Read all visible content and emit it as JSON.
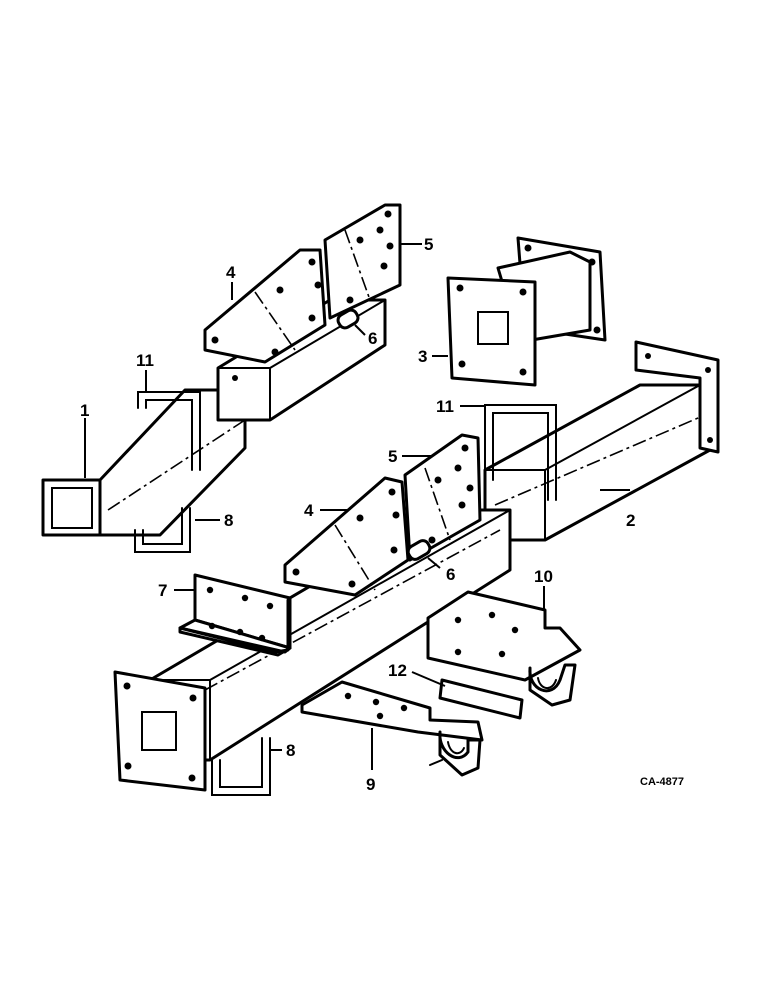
{
  "callouts": {
    "c1": "1",
    "c2": "2",
    "c3": "3",
    "c4a": "4",
    "c4b": "4",
    "c5a": "5",
    "c5b": "5",
    "c6a": "6",
    "c6b": "6",
    "c7": "7",
    "c8a": "8",
    "c8b": "8",
    "c9": "9",
    "c10": "10",
    "c11a": "11",
    "c11b": "11",
    "c12": "12"
  },
  "drawing_number": "CA-4877"
}
